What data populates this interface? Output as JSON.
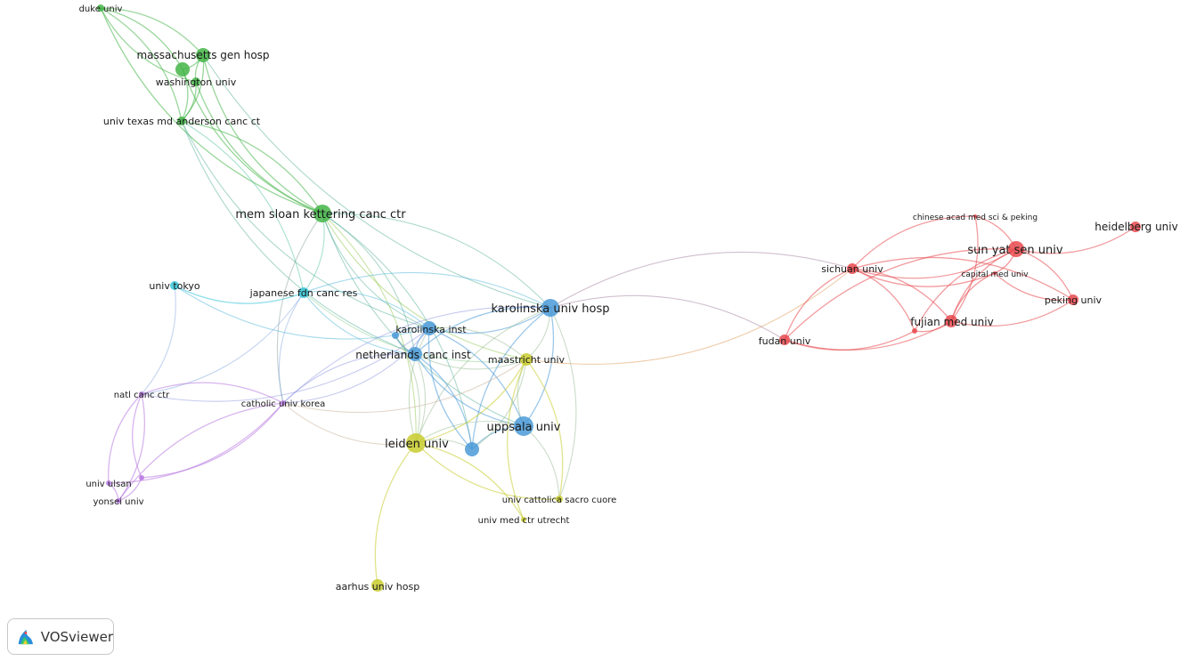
{
  "app": {
    "brand_name": "VOSviewer"
  },
  "clusters": {
    "red": "#e8494e",
    "green": "#43b547",
    "blue": "#4a9ad8",
    "yellow": "#c9cc2f",
    "purple": "#b779e0",
    "cyan": "#36c5d8"
  },
  "nodes": [
    {
      "id": "duke",
      "label": "duke univ",
      "cluster": "green"
    },
    {
      "id": "massgen",
      "label": "massachusetts gen hosp",
      "cluster": "green"
    },
    {
      "id": "washu",
      "label": "washington univ",
      "cluster": "green"
    },
    {
      "id": "mdanderson",
      "label": "univ texas md anderson canc ct",
      "cluster": "green"
    },
    {
      "id": "mskcc",
      "label": "mem sloan kettering canc ctr",
      "cluster": "green"
    },
    {
      "id": "tokyo",
      "label": "univ tokyo",
      "cluster": "cyan"
    },
    {
      "id": "jfcr",
      "label": "japanese fdn canc res",
      "cluster": "cyan"
    },
    {
      "id": "karohosp",
      "label": "karolinska univ hosp",
      "cluster": "blue"
    },
    {
      "id": "karoinst",
      "label": "karolinska inst",
      "cluster": "blue"
    },
    {
      "id": "nki",
      "label": "netherlands canc inst",
      "cluster": "blue"
    },
    {
      "id": "uppsala",
      "label": "uppsala univ",
      "cluster": "blue"
    },
    {
      "id": "blue_small",
      "label": "",
      "cluster": "blue"
    },
    {
      "id": "blue_unl",
      "label": "",
      "cluster": "blue"
    },
    {
      "id": "maastricht",
      "label": "maastricht univ",
      "cluster": "yellow"
    },
    {
      "id": "leiden",
      "label": "leiden univ",
      "cluster": "yellow"
    },
    {
      "id": "cattolica",
      "label": "univ cattolica sacro cuore",
      "cluster": "yellow"
    },
    {
      "id": "utrecht",
      "label": "univ med ctr utrecht",
      "cluster": "yellow"
    },
    {
      "id": "aarhus",
      "label": "aarhus univ hosp",
      "cluster": "yellow"
    },
    {
      "id": "ncc",
      "label": "natl canc ctr",
      "cluster": "purple"
    },
    {
      "id": "catholic",
      "label": "catholic univ korea",
      "cluster": "purple"
    },
    {
      "id": "ulsan",
      "label": "univ ulsan",
      "cluster": "purple"
    },
    {
      "id": "yonsei",
      "label": "yonsei univ",
      "cluster": "purple"
    },
    {
      "id": "purple_unl",
      "label": "",
      "cluster": "purple"
    },
    {
      "id": "cas_peking",
      "label": "chinese acad med sci & peking",
      "cluster": "red"
    },
    {
      "id": "heidelberg",
      "label": "heidelberg univ",
      "cluster": "red"
    },
    {
      "id": "sysu",
      "label": "sun yat sen univ",
      "cluster": "red"
    },
    {
      "id": "sichuan",
      "label": "sichuan univ",
      "cluster": "red"
    },
    {
      "id": "capital",
      "label": "capital med univ",
      "cluster": "red"
    },
    {
      "id": "peking",
      "label": "peking univ",
      "cluster": "red"
    },
    {
      "id": "fujian",
      "label": "fujian med univ",
      "cluster": "red"
    },
    {
      "id": "fudan",
      "label": "fudan univ",
      "cluster": "red"
    },
    {
      "id": "red_unl",
      "label": "",
      "cluster": "red"
    },
    {
      "id": "green_unl",
      "label": "",
      "cluster": "green"
    }
  ],
  "links": [
    [
      "duke",
      "massgen"
    ],
    [
      "duke",
      "washu"
    ],
    [
      "duke",
      "mdanderson"
    ],
    [
      "duke",
      "mskcc"
    ],
    [
      "duke",
      "green_unl"
    ],
    [
      "massgen",
      "washu"
    ],
    [
      "massgen",
      "mdanderson"
    ],
    [
      "massgen",
      "mskcc"
    ],
    [
      "massgen",
      "green_unl"
    ],
    [
      "massgen",
      "karohosp"
    ],
    [
      "washu",
      "mdanderson"
    ],
    [
      "washu",
      "mskcc"
    ],
    [
      "green_unl",
      "mdanderson"
    ],
    [
      "green_unl",
      "mskcc"
    ],
    [
      "mdanderson",
      "mskcc"
    ],
    [
      "mdanderson",
      "nki"
    ],
    [
      "mdanderson",
      "jfcr"
    ],
    [
      "mdanderson",
      "karoinst"
    ],
    [
      "mskcc",
      "karohosp"
    ],
    [
      "mskcc",
      "karoinst"
    ],
    [
      "mskcc",
      "nki"
    ],
    [
      "mskcc",
      "uppsala"
    ],
    [
      "mskcc",
      "leiden"
    ],
    [
      "mskcc",
      "maastricht"
    ],
    [
      "mskcc",
      "jfcr"
    ],
    [
      "mskcc",
      "catholic"
    ],
    [
      "mskcc",
      "blue_unl"
    ],
    [
      "tokyo",
      "jfcr"
    ],
    [
      "tokyo",
      "ncc"
    ],
    [
      "tokyo",
      "karoinst"
    ],
    [
      "jfcr",
      "karoinst"
    ],
    [
      "jfcr",
      "nki"
    ],
    [
      "jfcr",
      "karohosp"
    ],
    [
      "jfcr",
      "catholic"
    ],
    [
      "jfcr",
      "ncc"
    ],
    [
      "jfcr",
      "maastricht"
    ],
    [
      "karohosp",
      "karoinst"
    ],
    [
      "karohosp",
      "nki"
    ],
    [
      "karohosp",
      "uppsala"
    ],
    [
      "karohosp",
      "leiden"
    ],
    [
      "karohosp",
      "maastricht"
    ],
    [
      "karohosp",
      "blue_unl"
    ],
    [
      "karohosp",
      "fudan"
    ],
    [
      "karohosp",
      "catholic"
    ],
    [
      "karohosp",
      "cattolica"
    ],
    [
      "karoinst",
      "nki"
    ],
    [
      "karoinst",
      "uppsala"
    ],
    [
      "karoinst",
      "leiden"
    ],
    [
      "karoinst",
      "maastricht"
    ],
    [
      "karoinst",
      "blue_unl"
    ],
    [
      "karoinst",
      "catholic"
    ],
    [
      "karoinst",
      "blue_small"
    ],
    [
      "karoinst",
      "ncc"
    ],
    [
      "nki",
      "uppsala"
    ],
    [
      "nki",
      "leiden"
    ],
    [
      "nki",
      "maastricht"
    ],
    [
      "nki",
      "blue_unl"
    ],
    [
      "nki",
      "catholic"
    ],
    [
      "nki",
      "blue_small"
    ],
    [
      "uppsala",
      "leiden"
    ],
    [
      "uppsala",
      "maastricht"
    ],
    [
      "uppsala",
      "blue_unl"
    ],
    [
      "uppsala",
      "cattolica"
    ],
    [
      "leiden",
      "maastricht"
    ],
    [
      "leiden",
      "blue_unl"
    ],
    [
      "leiden",
      "cattolica"
    ],
    [
      "leiden",
      "utrecht"
    ],
    [
      "leiden",
      "aarhus"
    ],
    [
      "leiden",
      "catholic"
    ],
    [
      "leiden",
      "blue_small"
    ],
    [
      "maastricht",
      "cattolica"
    ],
    [
      "maastricht",
      "utrecht"
    ],
    [
      "maastricht",
      "blue_unl"
    ],
    [
      "maastricht",
      "sichuan"
    ],
    [
      "ncc",
      "catholic"
    ],
    [
      "ncc",
      "ulsan"
    ],
    [
      "ncc",
      "yonsei"
    ],
    [
      "ncc",
      "purple_unl"
    ],
    [
      "catholic",
      "ulsan"
    ],
    [
      "catholic",
      "yonsei"
    ],
    [
      "catholic",
      "purple_unl"
    ],
    [
      "catholic",
      "maastricht"
    ],
    [
      "ulsan",
      "yonsei"
    ],
    [
      "yonsei",
      "purple_unl"
    ],
    [
      "cas_peking",
      "sysu"
    ],
    [
      "cas_peking",
      "sichuan"
    ],
    [
      "cas_peking",
      "fujian"
    ],
    [
      "sysu",
      "heidelberg"
    ],
    [
      "sysu",
      "sichuan"
    ],
    [
      "sysu",
      "fujian"
    ],
    [
      "sysu",
      "peking"
    ],
    [
      "sysu",
      "fudan"
    ],
    [
      "sysu",
      "capital"
    ],
    [
      "sysu",
      "red_unl"
    ],
    [
      "sichuan",
      "fujian"
    ],
    [
      "sichuan",
      "fudan"
    ],
    [
      "sichuan",
      "peking"
    ],
    [
      "sichuan",
      "capital"
    ],
    [
      "sichuan",
      "red_unl"
    ],
    [
      "sichuan",
      "karohosp"
    ],
    [
      "fujian",
      "fudan"
    ],
    [
      "fujian",
      "peking"
    ],
    [
      "fujian",
      "red_unl"
    ],
    [
      "fudan",
      "red_unl"
    ],
    [
      "peking",
      "capital"
    ],
    [
      "capital",
      "fujian"
    ]
  ]
}
